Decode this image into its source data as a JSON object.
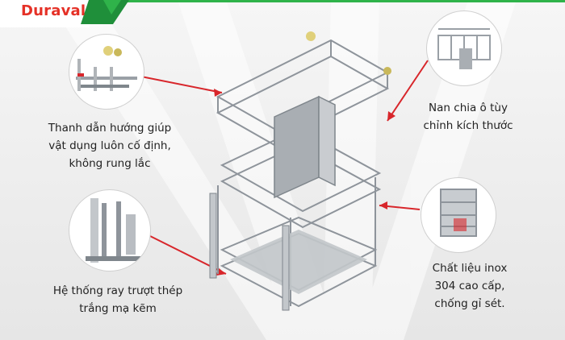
{
  "brand": {
    "logo_text": "Duraval",
    "color": "#e53127",
    "accent": "#2fb34a"
  },
  "captions": {
    "top_left": [
      "Thanh dẫn hướng giúp",
      "vật dụng luôn cố định,",
      "không rung lắc"
    ],
    "top_right": [
      "Nan chia ô tùy",
      "chỉnh kích thước"
    ],
    "bottom_left": [
      "Hệ thống ray trượt thép",
      "trắng mạ kẽm"
    ],
    "bottom_right": [
      "Chất liệu inox",
      "304 cao cấp,",
      "chống gỉ sét."
    ]
  },
  "icons": {
    "callout_guide_rail": "guide-rail-detail-icon",
    "callout_divider": "divider-detail-icon",
    "callout_slide_rail": "slide-rail-detail-icon",
    "callout_material": "stainless-material-detail-icon",
    "product": "pull-out-basket-icon"
  },
  "colors": {
    "leader": "#d8262b",
    "metal": "#8e949b",
    "metal_light": "#c9ccd0",
    "background": "#f2f2f2"
  }
}
